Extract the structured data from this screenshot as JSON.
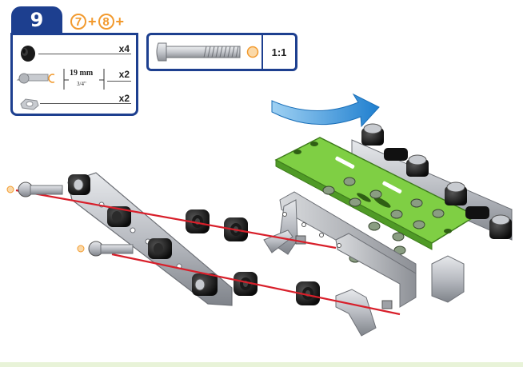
{
  "step": {
    "number": "9"
  },
  "prerequisites": [
    {
      "label": "7",
      "separator": "+"
    },
    {
      "label": "8",
      "separator": "+"
    }
  ],
  "parts": [
    {
      "icon": "spacer-icon",
      "qty": "x4"
    },
    {
      "icon": "bolt-icon",
      "qty": "x2",
      "length_mm": "19 mm",
      "length_in": "3/4\""
    },
    {
      "icon": "nut-icon",
      "qty": "x2"
    }
  ],
  "scale": {
    "label": "1:1",
    "icon": "bolt-actual-size-icon"
  },
  "colors": {
    "step_blue": "#1d3f8f",
    "accent_orange": "#f29a2e",
    "plate_green": "#7fcf44",
    "axle_red": "#d81f2a",
    "arrow_blue": "#2b8fd6",
    "metal_gray": "#b9bcc2"
  }
}
